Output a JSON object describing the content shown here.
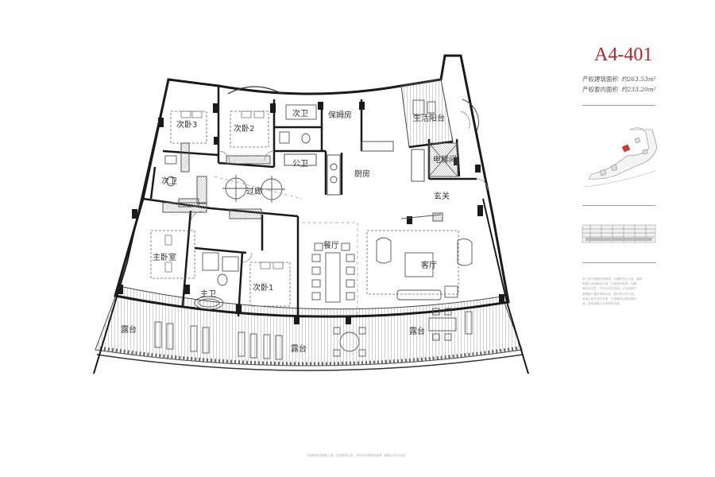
{
  "unit": {
    "code": "A4-401",
    "area_lines": [
      {
        "label": "产权建筑面积",
        "value": "约263.53m²"
      },
      {
        "label": "产权套内面积",
        "value": "约233.20m²"
      }
    ]
  },
  "rooms": {
    "bedroom3": "次卧3",
    "bedroom2": "次卧2",
    "bath_secondary_top": "次卫",
    "nanny_room": "保姆房",
    "living_balcony": "生活阳台",
    "public_bath": "公卫",
    "kitchen": "厨房",
    "elevator_hall": "电梯间",
    "bath_secondary_left": "次卫",
    "corridor": "过廊",
    "foyer": "玄关",
    "master_bedroom": "主卧室",
    "dining": "餐厅",
    "living": "客厅",
    "master_bath": "主卫",
    "bedroom1": "次卧1",
    "terrace_left": "露台",
    "terrace_center": "露台",
    "terrace_right": "露台"
  },
  "notes": [
    "本广告户型图仅供参考，以最终交付为准，面积",
    "数据以测绘报告为准，户型图中家具、电器",
    "等均为示意，不作为交付标准。以当地房产",
    "管理部门最终审核为准，图中所示外立面、",
    "设施以实际交付为准，户型朝向以规划图为",
    "准，如有调整以合同附件为准。"
  ],
  "disclaimer": "本资料仅供销售之用，仅供参考之用，不作为合同附件参考，最终以交付为准。",
  "colors": {
    "accent": "#b3262c",
    "wall": "#1a1a1a",
    "line": "#555555",
    "key_highlight": "#d23a3a"
  },
  "icons": {
    "key_map": "site-key-map-icon",
    "building_elevation": "building-elevation-icon"
  }
}
